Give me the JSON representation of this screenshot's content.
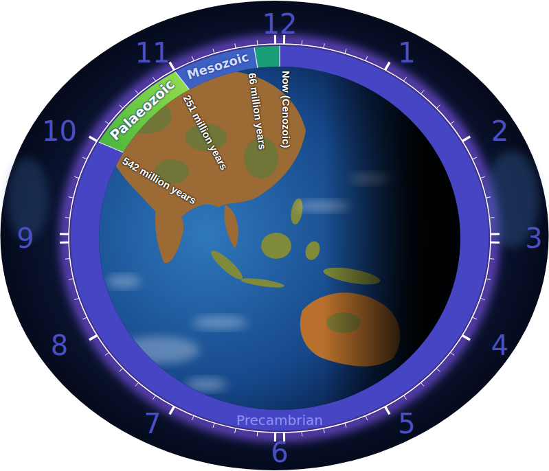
{
  "diagram": {
    "nodes": [
      {
        "text": [
          "Palaeozoic"
        ]
      },
      {
        "text": [
          "Mesozoic"
        ]
      },
      {
        "text": [
          "Precambrian"
        ]
      }
    ],
    "labels": [
      "12",
      "1",
      "2",
      "3",
      "4",
      "5",
      "6",
      "7",
      "8",
      "9",
      "10",
      "11",
      "542 million years",
      "251 million years",
      "66 million years",
      "Now (Cenozoic)"
    ]
  }
}
